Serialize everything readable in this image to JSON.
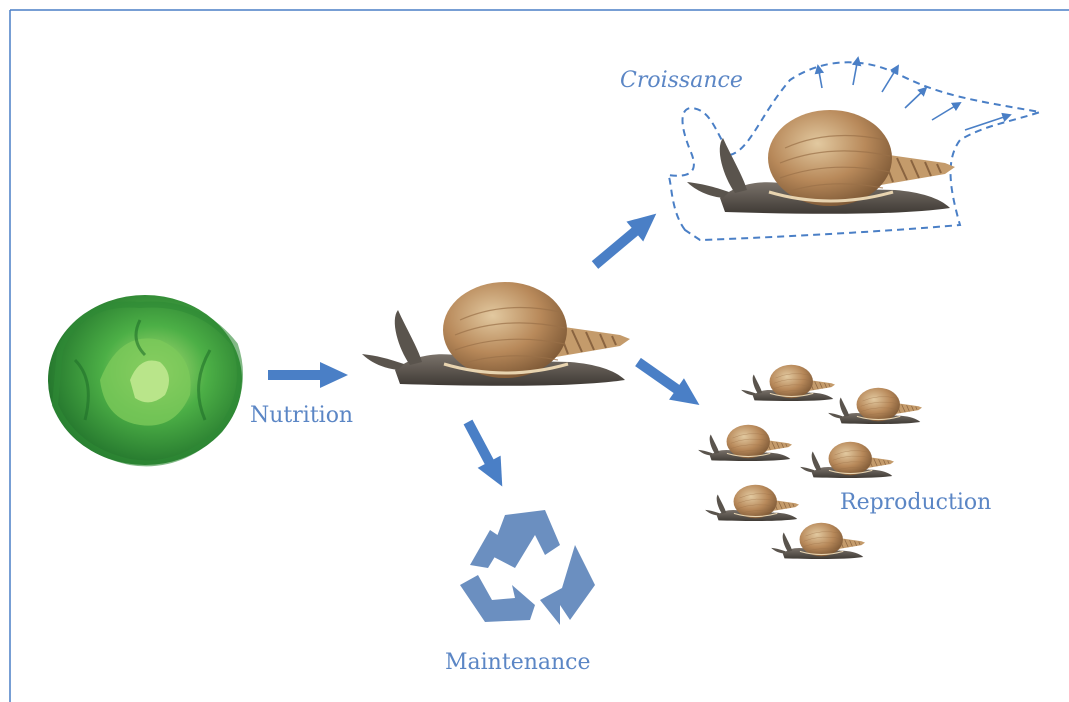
{
  "labels": {
    "nutrition": "Nutrition",
    "croissance": "Croissance",
    "reproduction": "Reproduction",
    "maintenance": "Maintenance"
  },
  "colors": {
    "accent": "#4a7fc6",
    "label": "#5b86c5",
    "frame": "#4a7fc6",
    "lettuce": "#3fa544",
    "shell": "#b58a5b",
    "body": "#5a544d",
    "recycle": "#6b8fc0"
  },
  "icons": [
    "lettuce-image",
    "snail-image",
    "recycle-icon",
    "arrow-icon"
  ]
}
